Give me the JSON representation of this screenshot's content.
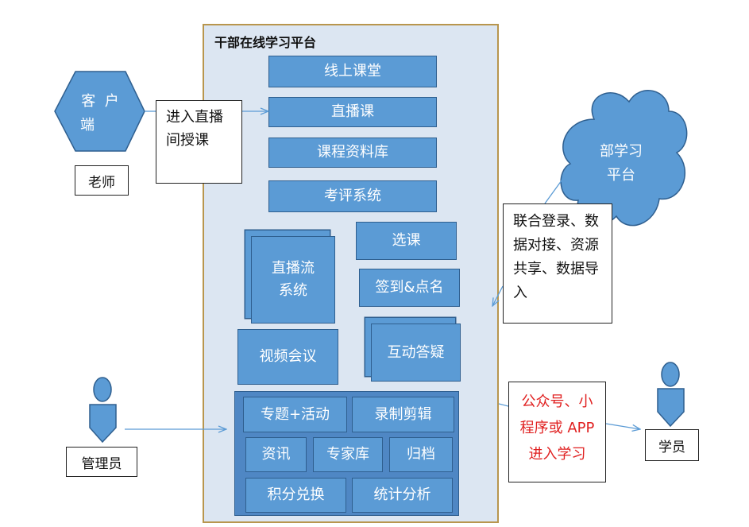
{
  "platform": {
    "title": "干部在线学习平台"
  },
  "modules": {
    "online_class": "线上课堂",
    "live_course": "直播课",
    "course_library": "课程资料库",
    "evaluation": "考评系统",
    "streaming_line1": "直播流",
    "streaming_line2": "系统",
    "course_selection": "选课",
    "sign_in": "签到&点名",
    "video_meeting": "视频会议",
    "interactive_qa": "互动答疑",
    "topic_activity": "专题+活动",
    "record_edit": "录制剪辑",
    "news": "资讯",
    "expert_library": "专家库",
    "archive": "归档",
    "points_exchange": "积分兑换",
    "statistics": "统计分析"
  },
  "client": {
    "line1": "客  户",
    "line2": "端"
  },
  "teacher": {
    "label": "老师",
    "note_line1": "进入直播",
    "note_line2": "间授课"
  },
  "ministry": {
    "line1": "部学习",
    "line2": "平台"
  },
  "integration_note": {
    "line1": "联合登录、数",
    "line2": "据对接、资源",
    "line3": "共享、数据导",
    "line4": "入"
  },
  "admin": {
    "label": "管理员"
  },
  "student": {
    "label": "学员",
    "note_line1": "公众号、小",
    "note_line2": "程序或 APP",
    "note_line3": "进入学习"
  },
  "colors": {
    "module_fill": "#5b9bd5",
    "platform_fill": "#dce6f2",
    "platform_border": "#b8964e",
    "note_red": "#e02020"
  }
}
